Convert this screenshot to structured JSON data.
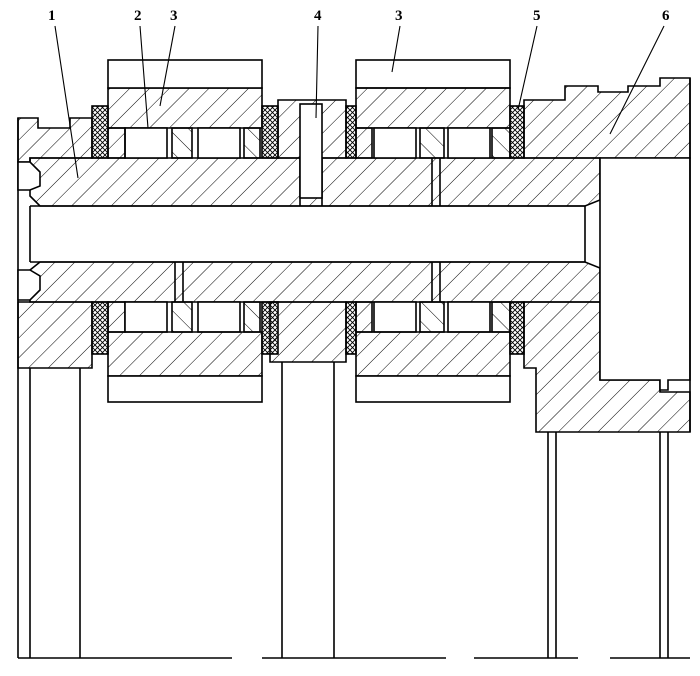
{
  "labels": [
    {
      "id": "1",
      "text": "1"
    },
    {
      "id": "2",
      "text": "2"
    },
    {
      "id": "3a",
      "text": "3"
    },
    {
      "id": "4",
      "text": "4"
    },
    {
      "id": "3b",
      "text": "3"
    },
    {
      "id": "5",
      "text": "5"
    },
    {
      "id": "6",
      "text": "6"
    }
  ],
  "colors": {
    "line": "#000000",
    "background": "#ffffff"
  }
}
